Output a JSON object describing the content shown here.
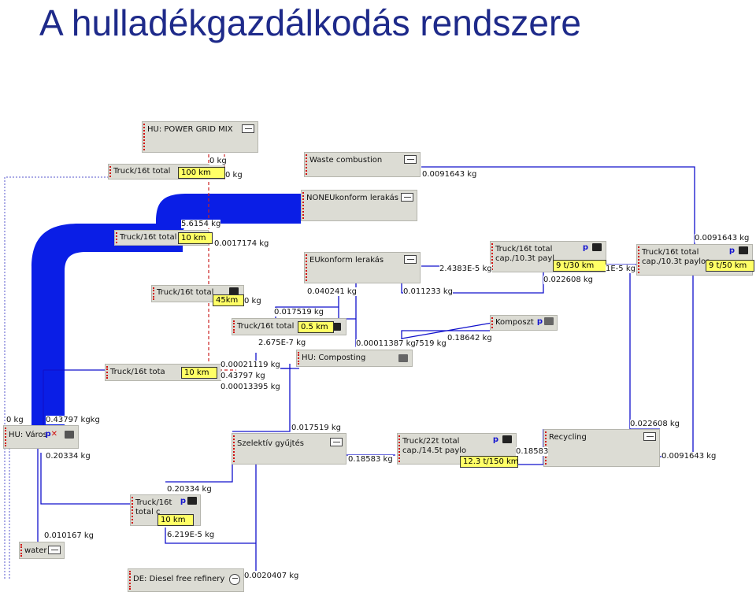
{
  "title": "A hulladékgazdálkodás rendszere",
  "boxes": {
    "power_grid": "HU: POWER GRID MIX",
    "waste_combustion": "Waste combustion",
    "noneu": "NONEUkonform lerakás",
    "eukonform": "EUkonform lerakás",
    "truck_a": "Truck/16t total",
    "truck_b": "Truck/16t total",
    "truck_c": "Truck/16t total",
    "truck_d": "Truck/16t total",
    "truck_e": "Truck/16t tota",
    "truck_f1": "Truck/16t total",
    "truck_f2": "cap./10.3t payl",
    "truck_g1": "Truck/16t total",
    "truck_g2": "cap./10.3t payloa",
    "truck_h1": "Truck/22t total",
    "truck_h2": "cap./14.5t paylo",
    "truck_i1": "Truck/16t",
    "truck_i2": "total c",
    "komposzt": "Komposzt",
    "composting": "HU: Composting",
    "hu_varos": "HU: Város",
    "szelektiv": "Szelektív gyűjtés",
    "recycling": "Recycling",
    "water": "water",
    "diesel": "DE: Diesel free refinery"
  },
  "params": {
    "p1": "100 km",
    "p2": "10 km",
    "p3": "45km",
    "p4": "0.5 km",
    "p5": "10 km",
    "p6": "9 t/30 km",
    "p7": "9 t/50 km",
    "p8": "12.3 t/150 km",
    "p9": "10 km"
  },
  "flows": {
    "f01": "0 kg",
    "f02": "0 kg",
    "f03": "0.0091643 kg",
    "f04": "5.6154 kg",
    "f05": "0.0017174 kg",
    "f06": "0.0091643 kg",
    "f07": "2.4383E-5 kg",
    "f08": "1E-5 kg",
    "f09": "0.022608 kg",
    "f10": "0 kg",
    "f11": "0.040241 kg",
    "f12": "0.011233 kg",
    "f13": "0.017519 kg",
    "f14": "0.18642 kg",
    "f15": "7519 kg",
    "f16": "2.675E-7 kg",
    "f17": "0.00011387 kg",
    "f18": "0.00021119 kg",
    "f19": "0.43797 kg",
    "f20": "0.00013395 kg",
    "f21": "0 kg",
    "f22": "0.43797 kgkg",
    "f23": "0.20334 kg",
    "f24": "0.017519 kg",
    "f25": "0.022608 kg",
    "f26": "0.18583 kg",
    "f27": "0.18583",
    "f28": "0.0091643 kg",
    "f29": "0.20334 kg",
    "f30": "0.010167 kg",
    "f31": "6.219E-5 kg",
    "f32": "0.0020407 kg"
  },
  "colors": {
    "title": "#1e2a8a",
    "flow": "#1111cc",
    "param": "#ffff66",
    "box": "#dcdcd4",
    "dashed": "#cc2222"
  }
}
